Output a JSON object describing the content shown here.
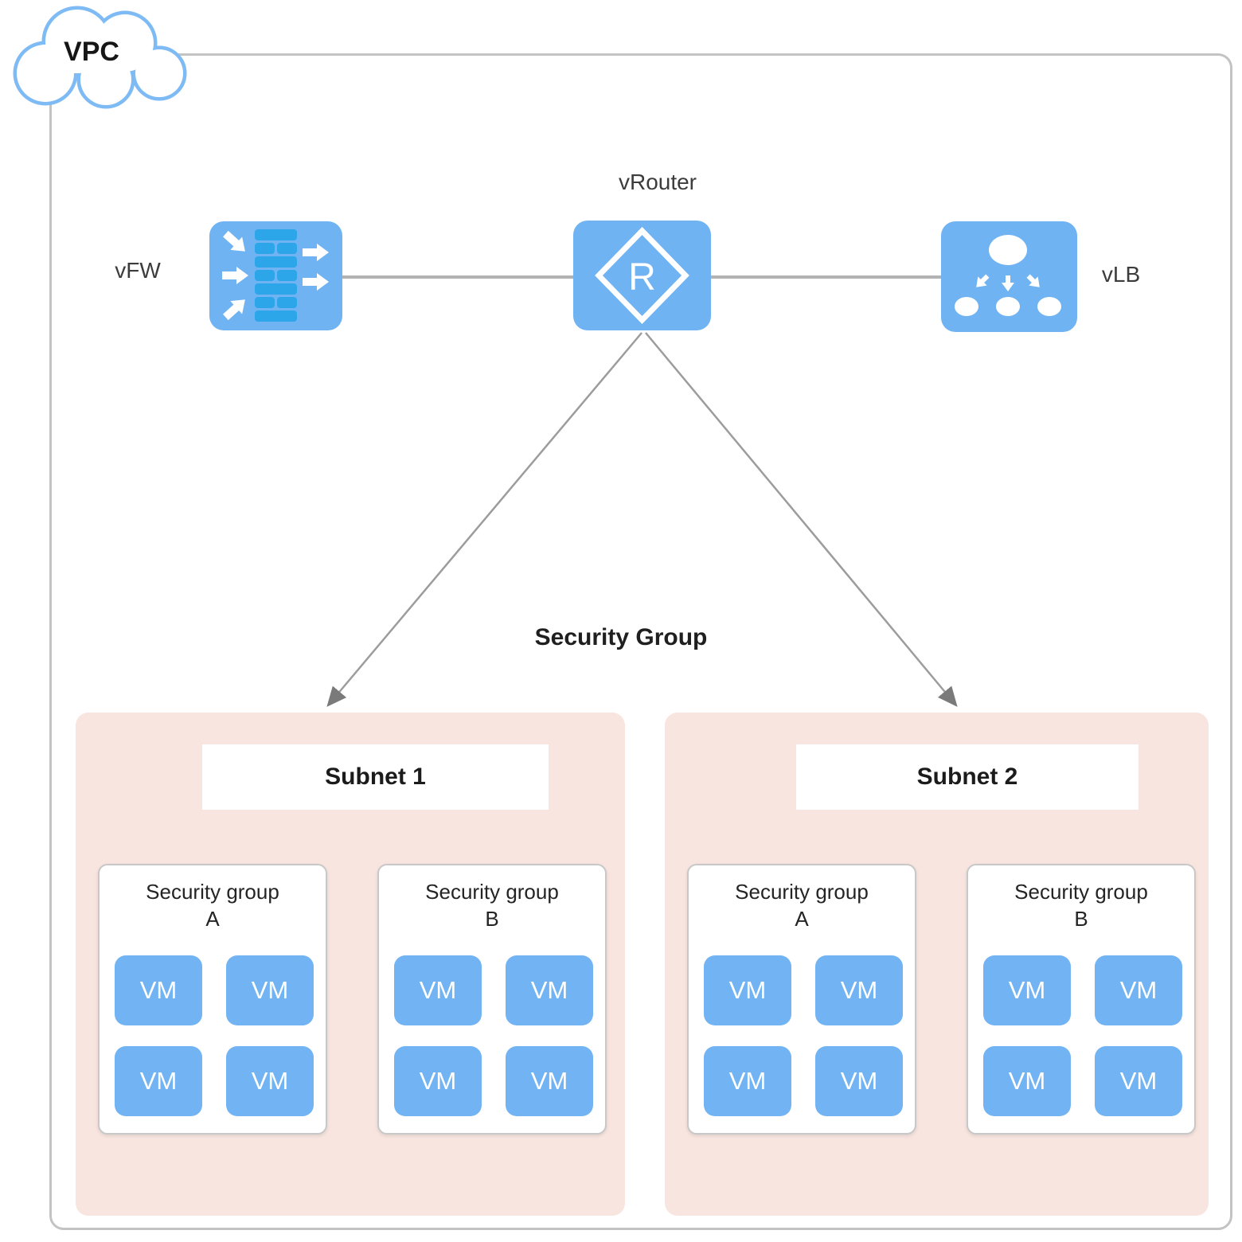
{
  "diagram": {
    "title_cloud": {
      "label": "VPC",
      "icon": "cloud-icon"
    },
    "nodes": {
      "vfw": {
        "label": "vFW",
        "icon": "firewall-icon"
      },
      "vrouter": {
        "label": "vRouter",
        "icon": "router-icon",
        "icon_letter": "R"
      },
      "vlb": {
        "label": "vLB",
        "icon": "load-balancer-icon"
      }
    },
    "security_group_label": "Security Group",
    "subnets": [
      {
        "label": "Subnet 1",
        "security_groups": [
          {
            "label": "Security group A",
            "vms": [
              "VM",
              "VM",
              "VM",
              "VM"
            ]
          },
          {
            "label": "Security group B",
            "vms": [
              "VM",
              "VM",
              "VM",
              "VM"
            ]
          }
        ]
      },
      {
        "label": "Subnet 2",
        "security_groups": [
          {
            "label": "Security group A",
            "vms": [
              "VM",
              "VM",
              "VM",
              "VM"
            ]
          },
          {
            "label": "Security group B",
            "vms": [
              "VM",
              "VM",
              "VM",
              "VM"
            ]
          }
        ]
      }
    ],
    "colors": {
      "node_blue": "#6FB3F3",
      "vm_blue": "#72B4F3",
      "firewall_brick": "#2DA6E9",
      "subnet_pink": "#F8E5DF",
      "connector_gray": "#B3B3B3",
      "arrow_gray": "#7A7A7A",
      "cloud_stroke": "#7EBBF5",
      "boundary_gray": "#C3C3C3"
    }
  }
}
